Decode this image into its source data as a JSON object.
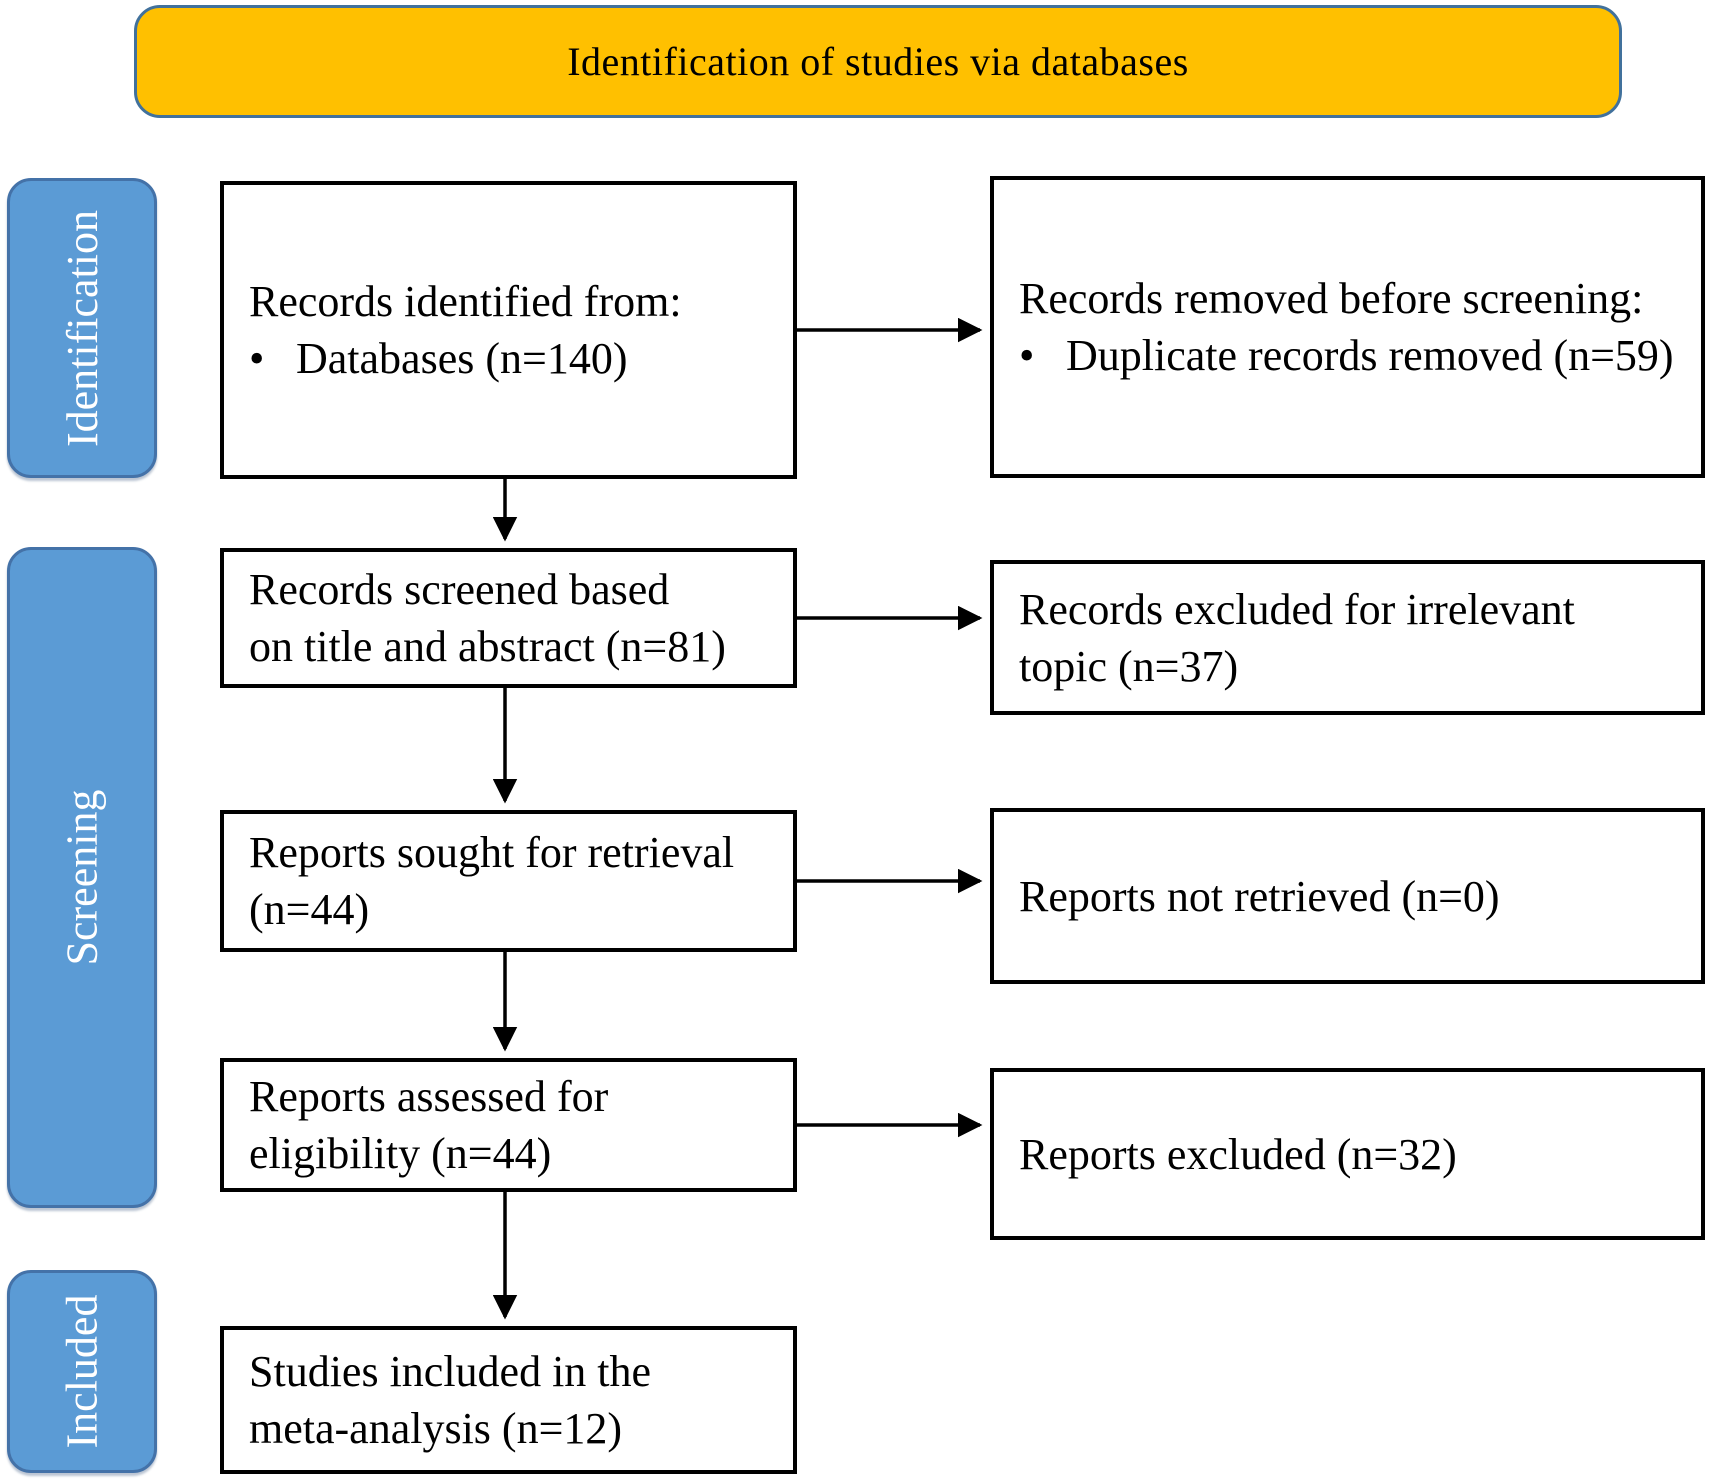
{
  "header": {
    "title": "Identification of studies via databases"
  },
  "stages": {
    "identification": {
      "label": "Identification"
    },
    "screening": {
      "label": "Screening"
    },
    "included": {
      "label": "Included"
    }
  },
  "ui": {
    "bullet": "•"
  },
  "colors": {
    "header_fill": "#FFC000",
    "header_border": "#41719C",
    "stage_fill": "#5B9BD5",
    "stage_border": "#4472A8",
    "stage_text": "#FFFFFF",
    "box_fill": "#FFFFFF",
    "box_border": "#000000",
    "arrow": "#000000",
    "text": "#000000"
  },
  "boxes": {
    "identified": {
      "heading": "Records identified from:",
      "bullet_item": "Databases (n=140)",
      "n": 140
    },
    "removed": {
      "heading": "Records removed before screening:",
      "bullet_item": "Duplicate records removed (n=59)",
      "n": 59
    },
    "screened": {
      "lines": [
        "Records screened based",
        "on title and abstract (n=81)"
      ],
      "n": 81
    },
    "excluded_topic": {
      "lines": [
        "Records excluded for irrelevant",
        "topic (n=37)"
      ],
      "n": 37
    },
    "sought": {
      "lines": [
        "Reports sought for retrieval",
        "(n=44)"
      ],
      "n": 44
    },
    "not_retrieved": {
      "lines": [
        "Reports not retrieved (n=0)"
      ],
      "n": 0
    },
    "assessed": {
      "lines": [
        "Reports assessed for",
        "eligibility (n=44)"
      ],
      "n": 44
    },
    "excluded": {
      "lines": [
        "Reports excluded (n=32)"
      ],
      "n": 32
    },
    "included": {
      "lines": [
        "Studies included in the",
        "meta-analysis (n=12)"
      ],
      "n": 12
    }
  }
}
